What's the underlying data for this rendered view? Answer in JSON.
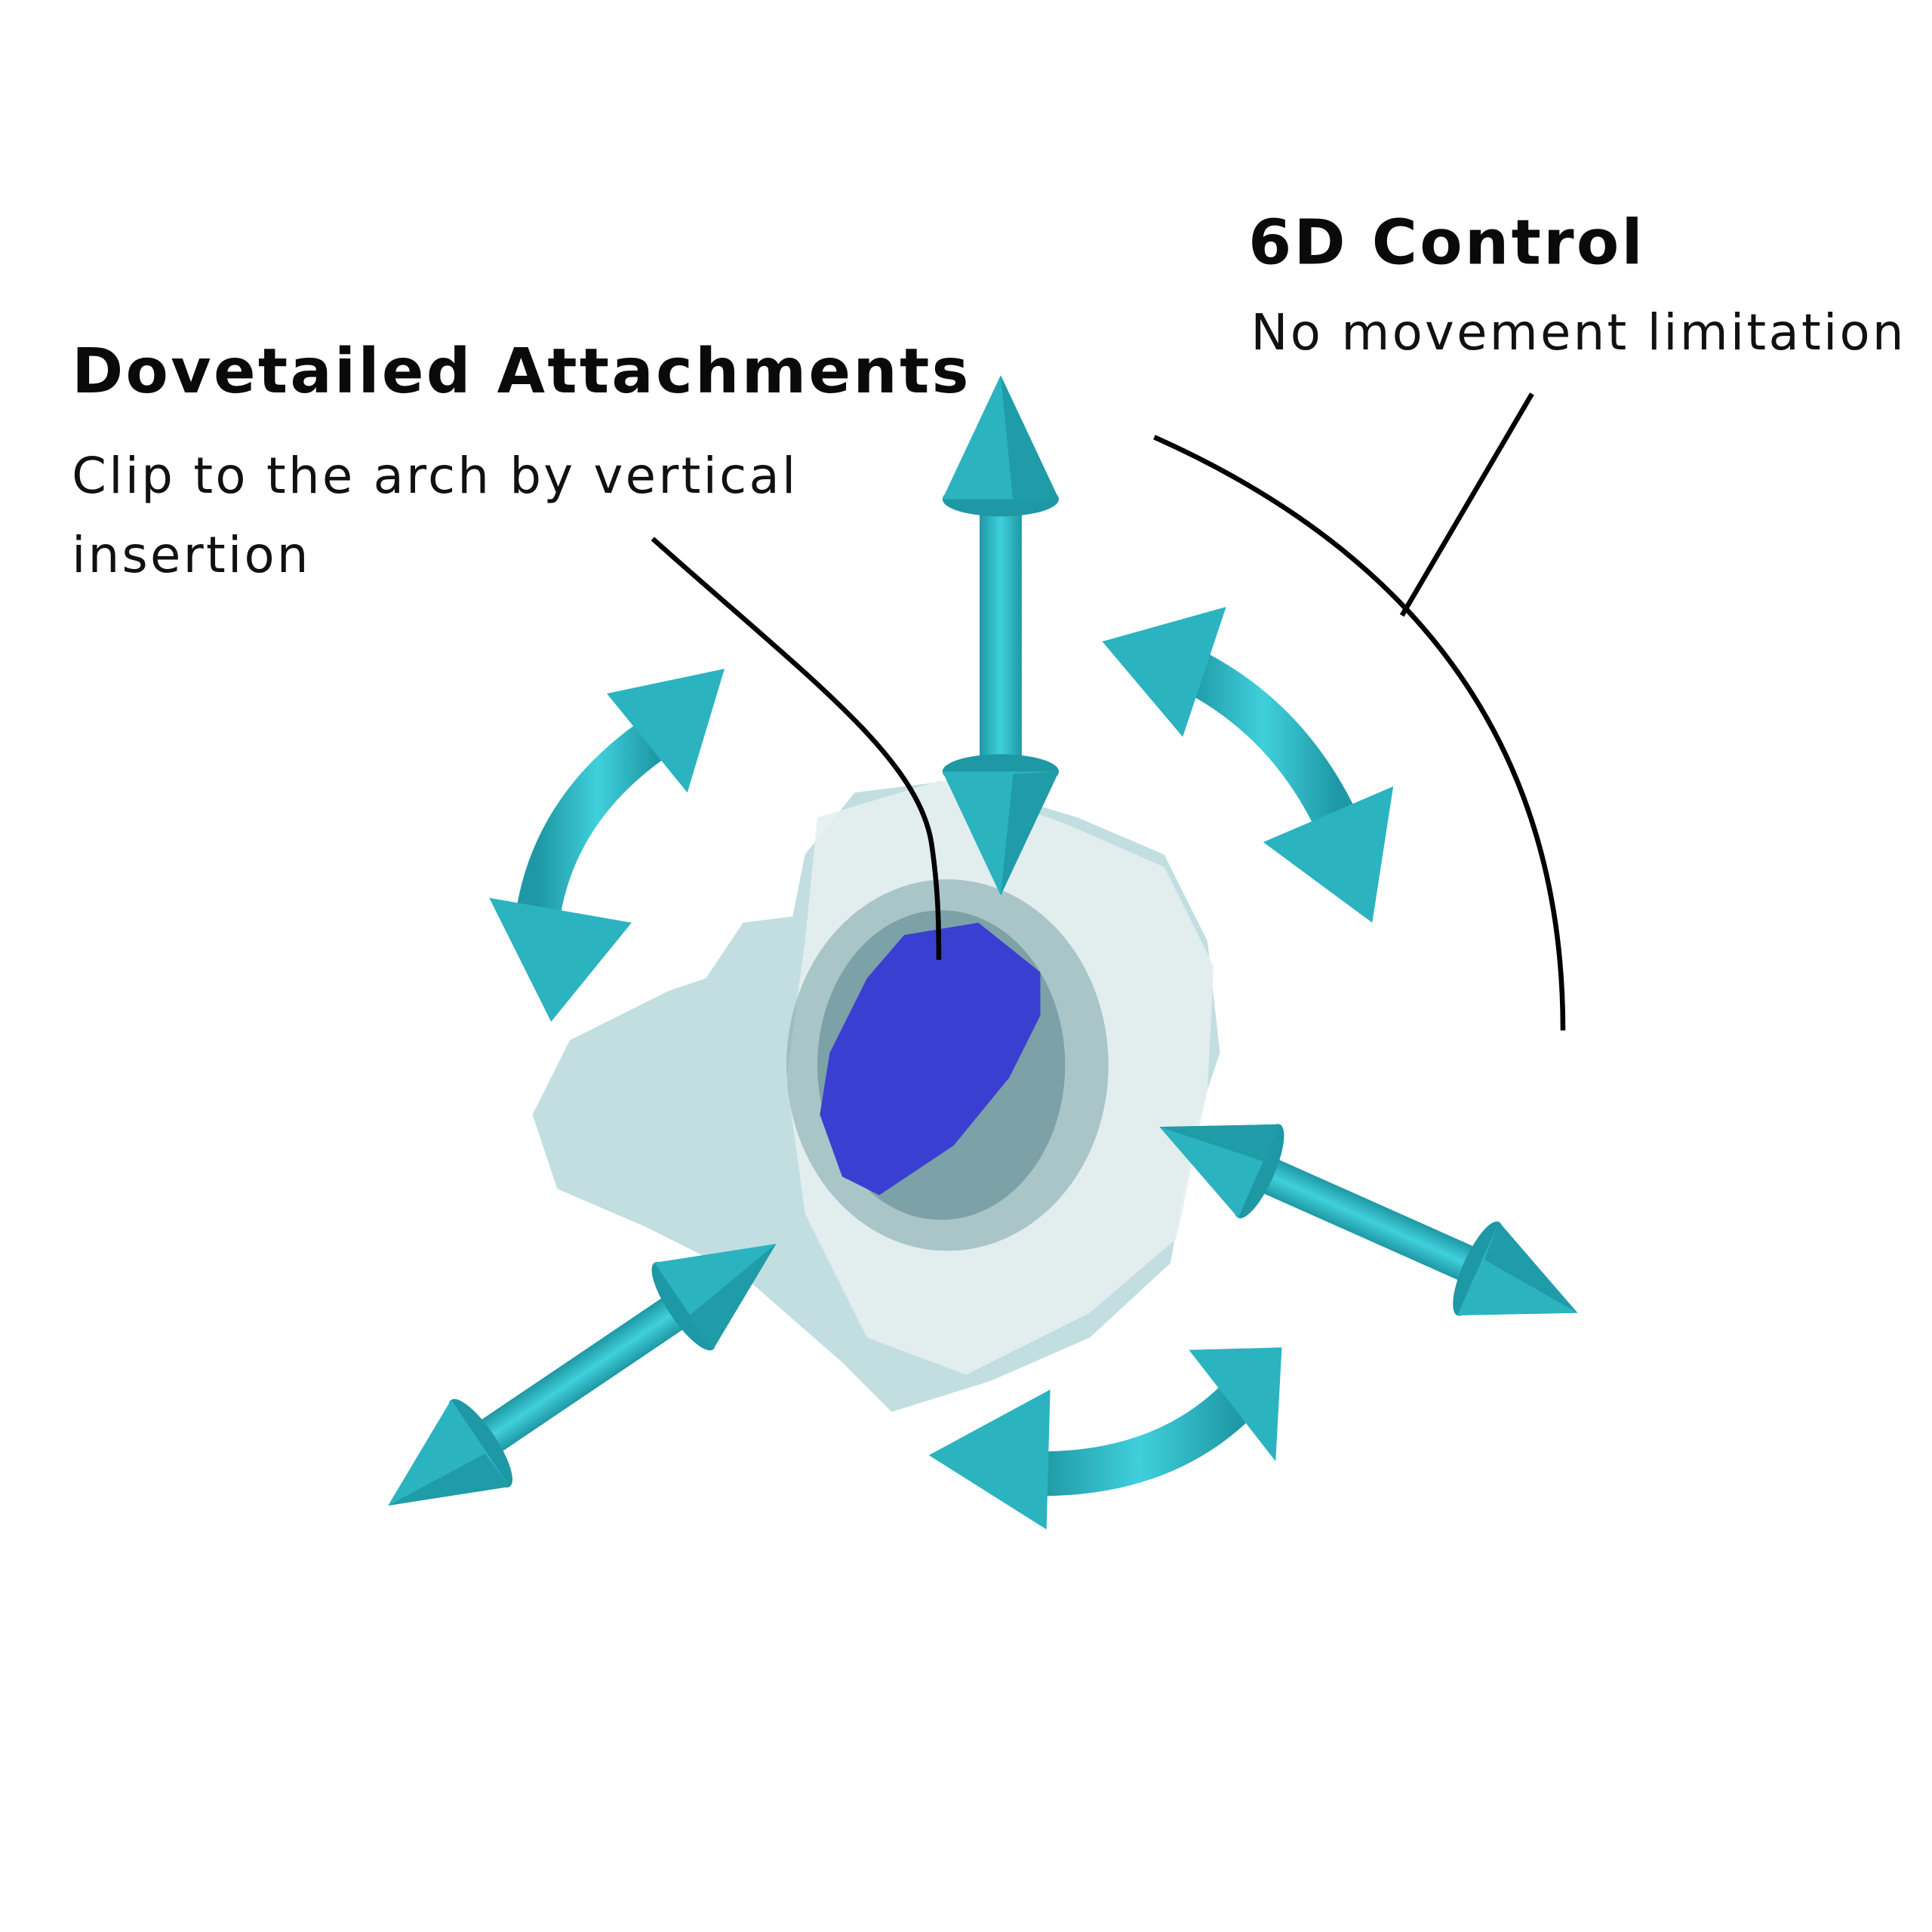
{
  "callouts": {
    "six_d": {
      "title": "6D Control",
      "subtitle": "No movement limitation"
    },
    "dovetail": {
      "title": "Dovetailed Attachments",
      "subtitle_line1": "Clip to the arch by vertical",
      "subtitle_line2": "insertion"
    }
  },
  "colors": {
    "arrow": "#2bb3c0",
    "arrow_dark": "#1e98a4",
    "attachment": "#3b3fd1",
    "tooth": "#dfe8ea",
    "aligner": "#b7d8dc",
    "line": "#000000"
  }
}
